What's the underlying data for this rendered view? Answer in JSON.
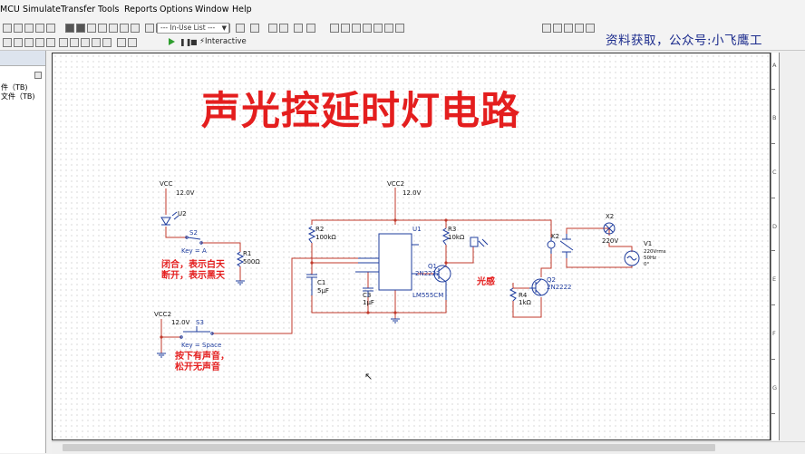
{
  "menubar": {
    "items": [
      "MCU",
      "Simulate",
      "Transfer",
      "Tools",
      "Reports",
      "Options",
      "Window",
      "Help"
    ]
  },
  "toolbar": {
    "in_use_list": "--- In-Use List ---",
    "interactive_label": "Interactive"
  },
  "promo_text": "资料获取，公众号:小飞鹰工",
  "left_panel": {
    "items": [
      "件（TB)",
      "文件（TB)"
    ]
  },
  "ruler": {
    "labels": [
      "A",
      "B",
      "C",
      "D",
      "E",
      "F",
      "G"
    ]
  },
  "schematic": {
    "title": "声光控延时灯电路",
    "labels": {
      "vcc1": "VCC",
      "vcc1_v": "12.0V",
      "u2": "U2",
      "s2": "S2",
      "s2_key": "Key = A",
      "r1": "R1",
      "r1_val": "500Ω",
      "vcc2": "VCC2",
      "vcc2_v": "12.0V",
      "s3": "S3",
      "s3_key": "Key = Space",
      "vcc3": "VCC2",
      "vcc3_v": "12.0V",
      "r2": "R2",
      "r2_val": "100kΩ",
      "c1": "C1",
      "c1_val": "5μF",
      "c3": "C3",
      "c3_val": "1μF",
      "u1": "U1",
      "u1_part": "LM555CM",
      "r3": "R3",
      "r3_val": "10kΩ",
      "q1": "Q1",
      "q1_part": "2N2222",
      "k2": "K2",
      "q2": "Q2",
      "q2_part": "2N2222",
      "r4": "R4",
      "r4_val": "1kΩ",
      "x2": "X2",
      "x2_val": "220V",
      "v1": "V1",
      "v1_val": "220Vrms",
      "v1_freq": "50Hz",
      "v1_phase": "0°"
    },
    "annotations": {
      "s2_note_1": "闭合，表示白天",
      "s2_note_2": "断开，表示黑天",
      "s3_note_1": "按下有声音，",
      "s3_note_2": "松开无声音",
      "photo_note": "光感"
    }
  },
  "colors": {
    "annotation_red": "#e41e1e",
    "wire": "#c0392b",
    "component": "#1e3c9e",
    "promo": "#1a2a8c"
  }
}
